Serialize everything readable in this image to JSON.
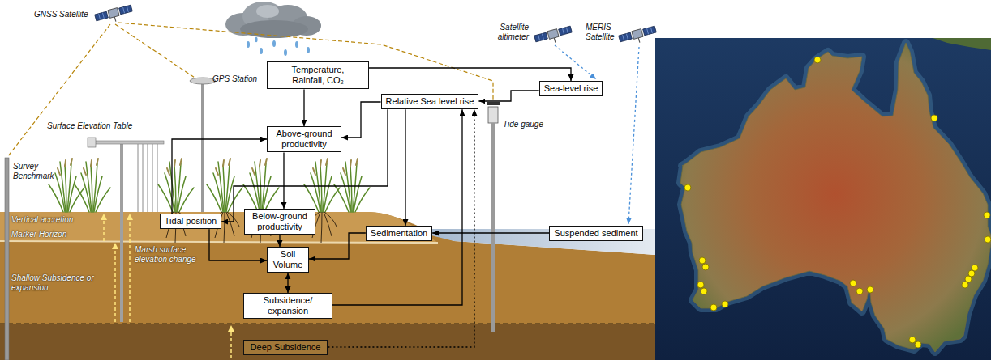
{
  "diagram": {
    "nodes": [
      {
        "text": [
          "Temperature, Rainfall, CO₂"
        ]
      },
      {
        "text": [
          "Sea-level rise"
        ]
      },
      {
        "text": [
          "Relative Sea level rise"
        ]
      },
      {
        "text": [
          "Above-ground productivity"
        ]
      },
      {
        "text": [
          "Tidal position"
        ]
      },
      {
        "text": [
          "Below-ground productivity"
        ]
      },
      {
        "text": [
          "Sedimentation"
        ]
      },
      {
        "text": [
          "Suspended sediment"
        ]
      },
      {
        "text": [
          "Soil Volume"
        ]
      },
      {
        "text": [
          "Subsidence/ expansion"
        ]
      },
      {
        "text": [
          "Deep Subsidence"
        ]
      }
    ],
    "edges": [
      {
        "from": 0,
        "to": 3,
        "arrow": "to"
      },
      {
        "from": 0,
        "to": 1,
        "arrow": "to"
      },
      {
        "from": 1,
        "to": 2,
        "arrow": "to"
      },
      {
        "from": 2,
        "to": 3,
        "arrow": "to"
      },
      {
        "from": 2,
        "to": 4,
        "arrow": "to"
      },
      {
        "from": 4,
        "to": 3,
        "arrow": "to"
      },
      {
        "from": 3,
        "to": 5,
        "arrow": "to"
      },
      {
        "from": 5,
        "to": 8,
        "arrow": "to"
      },
      {
        "from": 4,
        "to": 8,
        "arrow": "to"
      },
      {
        "from": 6,
        "to": 8,
        "arrow": "to"
      },
      {
        "from": 7,
        "to": 6,
        "arrow": "to"
      },
      {
        "from": 2,
        "to": 6,
        "arrow": "to"
      },
      {
        "from": 8,
        "to": 9,
        "arrow": "both"
      },
      {
        "from": 9,
        "to": 2,
        "arrow": "to"
      },
      {
        "from": 10,
        "to": 2,
        "arrow": "to"
      }
    ],
    "labels": [
      "GNSS Satellite",
      "GPS Station",
      "Satellite altimeter",
      "MERIS Satellite",
      "Tide gauge",
      "Survey Benchmark",
      "Surface Elevation Table",
      "Vertical accretion",
      "Marker Horizon",
      "Marsh surface elevation change",
      "Shallow Subsidence or expansion"
    ]
  }
}
